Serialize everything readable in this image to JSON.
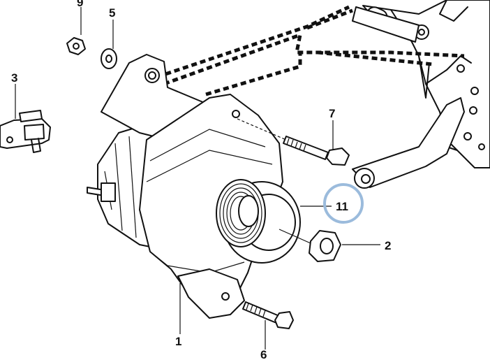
{
  "callouts": {
    "c1": "1",
    "c2": "2",
    "c3": "3",
    "c5": "5",
    "c6": "6",
    "c7": "7",
    "c9": "9",
    "c11": "11"
  },
  "colors": {
    "line": "#111111",
    "highlight_ring": "#9bbbdc",
    "background": "#ffffff"
  }
}
